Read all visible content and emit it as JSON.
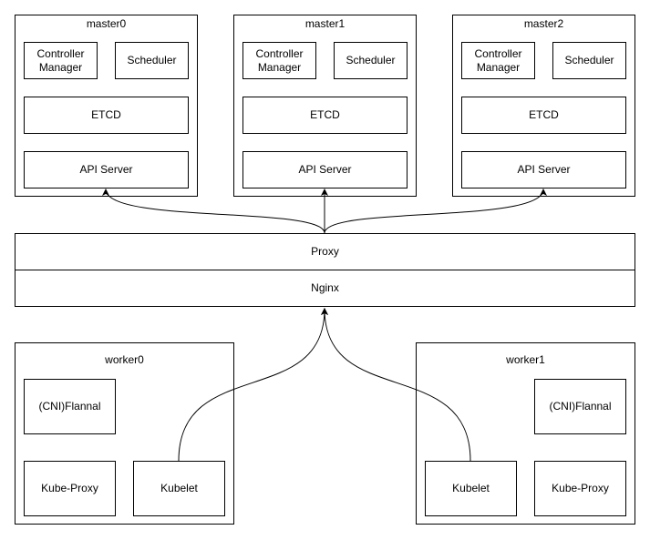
{
  "masters": [
    {
      "title": "master0",
      "controller_manager": "Controller\nManager",
      "scheduler": "Scheduler",
      "etcd": "ETCD",
      "api_server": "API Server"
    },
    {
      "title": "master1",
      "controller_manager": "Controller\nManager",
      "scheduler": "Scheduler",
      "etcd": "ETCD",
      "api_server": "API Server"
    },
    {
      "title": "master2",
      "controller_manager": "Controller\nManager",
      "scheduler": "Scheduler",
      "etcd": "ETCD",
      "api_server": "API Server"
    }
  ],
  "load_balancer": {
    "proxy": "Proxy",
    "nginx": "Nginx"
  },
  "workers": [
    {
      "title": "worker0",
      "cni": "(CNI)Flannal",
      "kube_proxy": "Kube-Proxy",
      "kubelet": "Kubelet"
    },
    {
      "title": "worker1",
      "cni": "(CNI)Flannal",
      "kube_proxy": "Kube-Proxy",
      "kubelet": "Kubelet"
    }
  ]
}
